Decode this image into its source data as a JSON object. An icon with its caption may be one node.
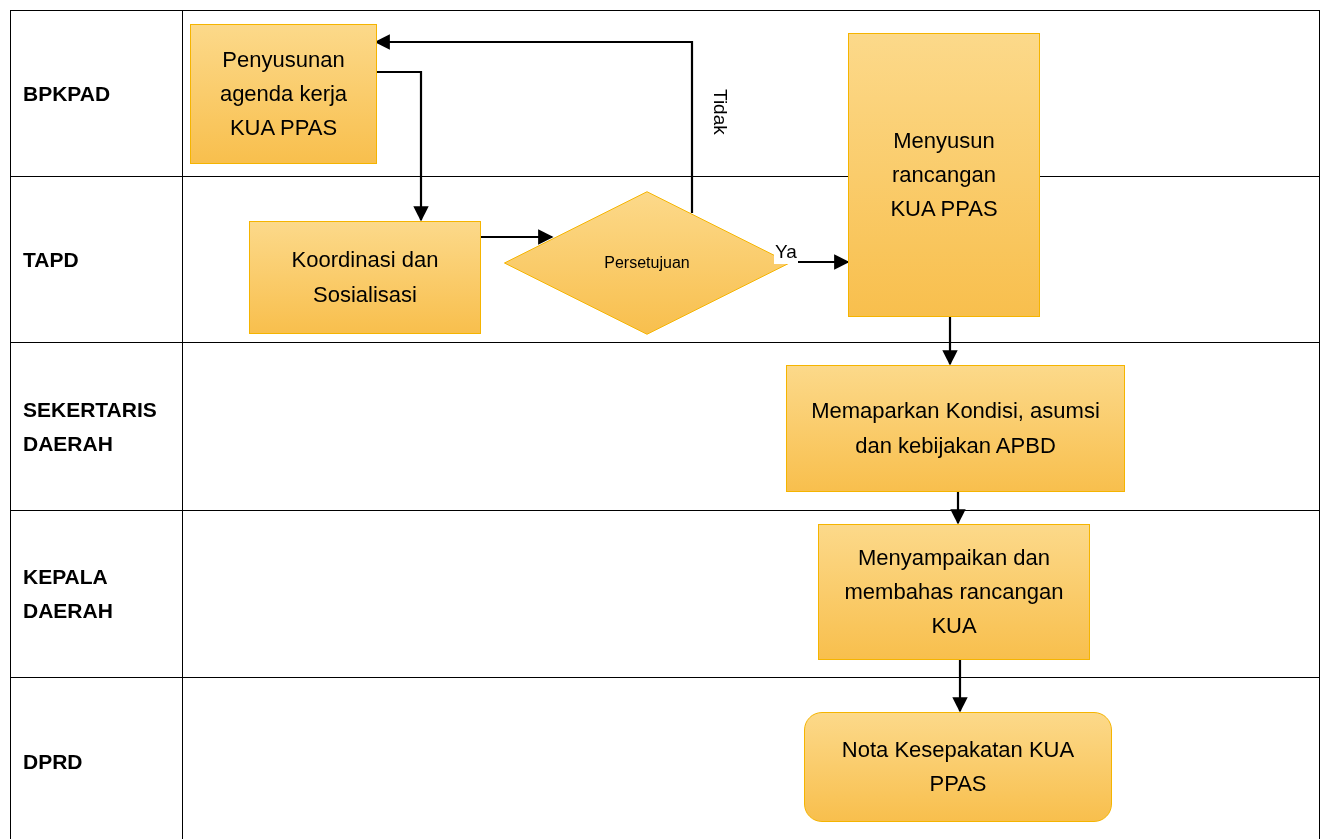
{
  "diagram": {
    "nodes": [
      {
        "text": [
          "BPKPAD"
        ]
      },
      {
        "text": [
          "Penyusunan agenda kerja KUA PPAS"
        ],
        "in": 0
      },
      {
        "text": [
          "Menyusun rancangan KUA PPAS"
        ]
      },
      {
        "text": [
          "TAPD"
        ]
      },
      {
        "text": [
          "Koordinasi dan Sosialisasi"
        ],
        "in": 3
      },
      {
        "text": [
          "Persetujuan"
        ],
        "in": 3
      },
      {
        "text": [
          "SEKERTARIS DAERAH"
        ]
      },
      {
        "text": [
          "Memaparkan Kondisi, asumsi dan kebijakan APBD"
        ],
        "in": 6
      },
      {
        "text": [
          "KEPALA DAERAH"
        ]
      },
      {
        "text": [
          "Menyampaikan dan membahas rancangan KUA"
        ],
        "in": 8
      },
      {
        "text": [
          "DPRD"
        ]
      },
      {
        "text": [
          "Nota Kesepakatan KUA PPAS"
        ],
        "in": 10
      }
    ],
    "edges": [
      {
        "from": 1,
        "to": 4,
        "arrow": "to"
      },
      {
        "from": 4,
        "to": 5,
        "arrow": "to"
      },
      {
        "from": 5,
        "to": 1,
        "arrow": "to",
        "label": "Tidak"
      },
      {
        "from": 5,
        "to": 2,
        "arrow": "to",
        "label": "Ya"
      },
      {
        "from": 2,
        "to": 7,
        "arrow": "to"
      },
      {
        "from": 7,
        "to": 9,
        "arrow": "to"
      },
      {
        "from": 9,
        "to": 11,
        "arrow": "to"
      }
    ]
  }
}
